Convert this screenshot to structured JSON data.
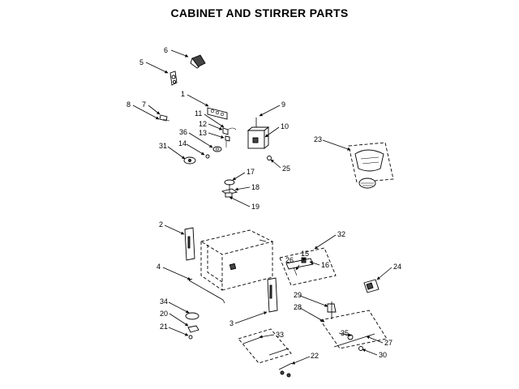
{
  "title": "CABINET AND STIRRER PARTS",
  "callouts": [
    "1",
    "2",
    "3",
    "4",
    "5",
    "6",
    "7",
    "8",
    "9",
    "10",
    "11",
    "12",
    "13",
    "14",
    "15",
    "16",
    "17",
    "18",
    "19",
    "20",
    "21",
    "22",
    "23",
    "24",
    "25",
    "26",
    "27",
    "28",
    "29",
    "30",
    "31",
    "32",
    "33",
    "34",
    "35",
    "36"
  ]
}
